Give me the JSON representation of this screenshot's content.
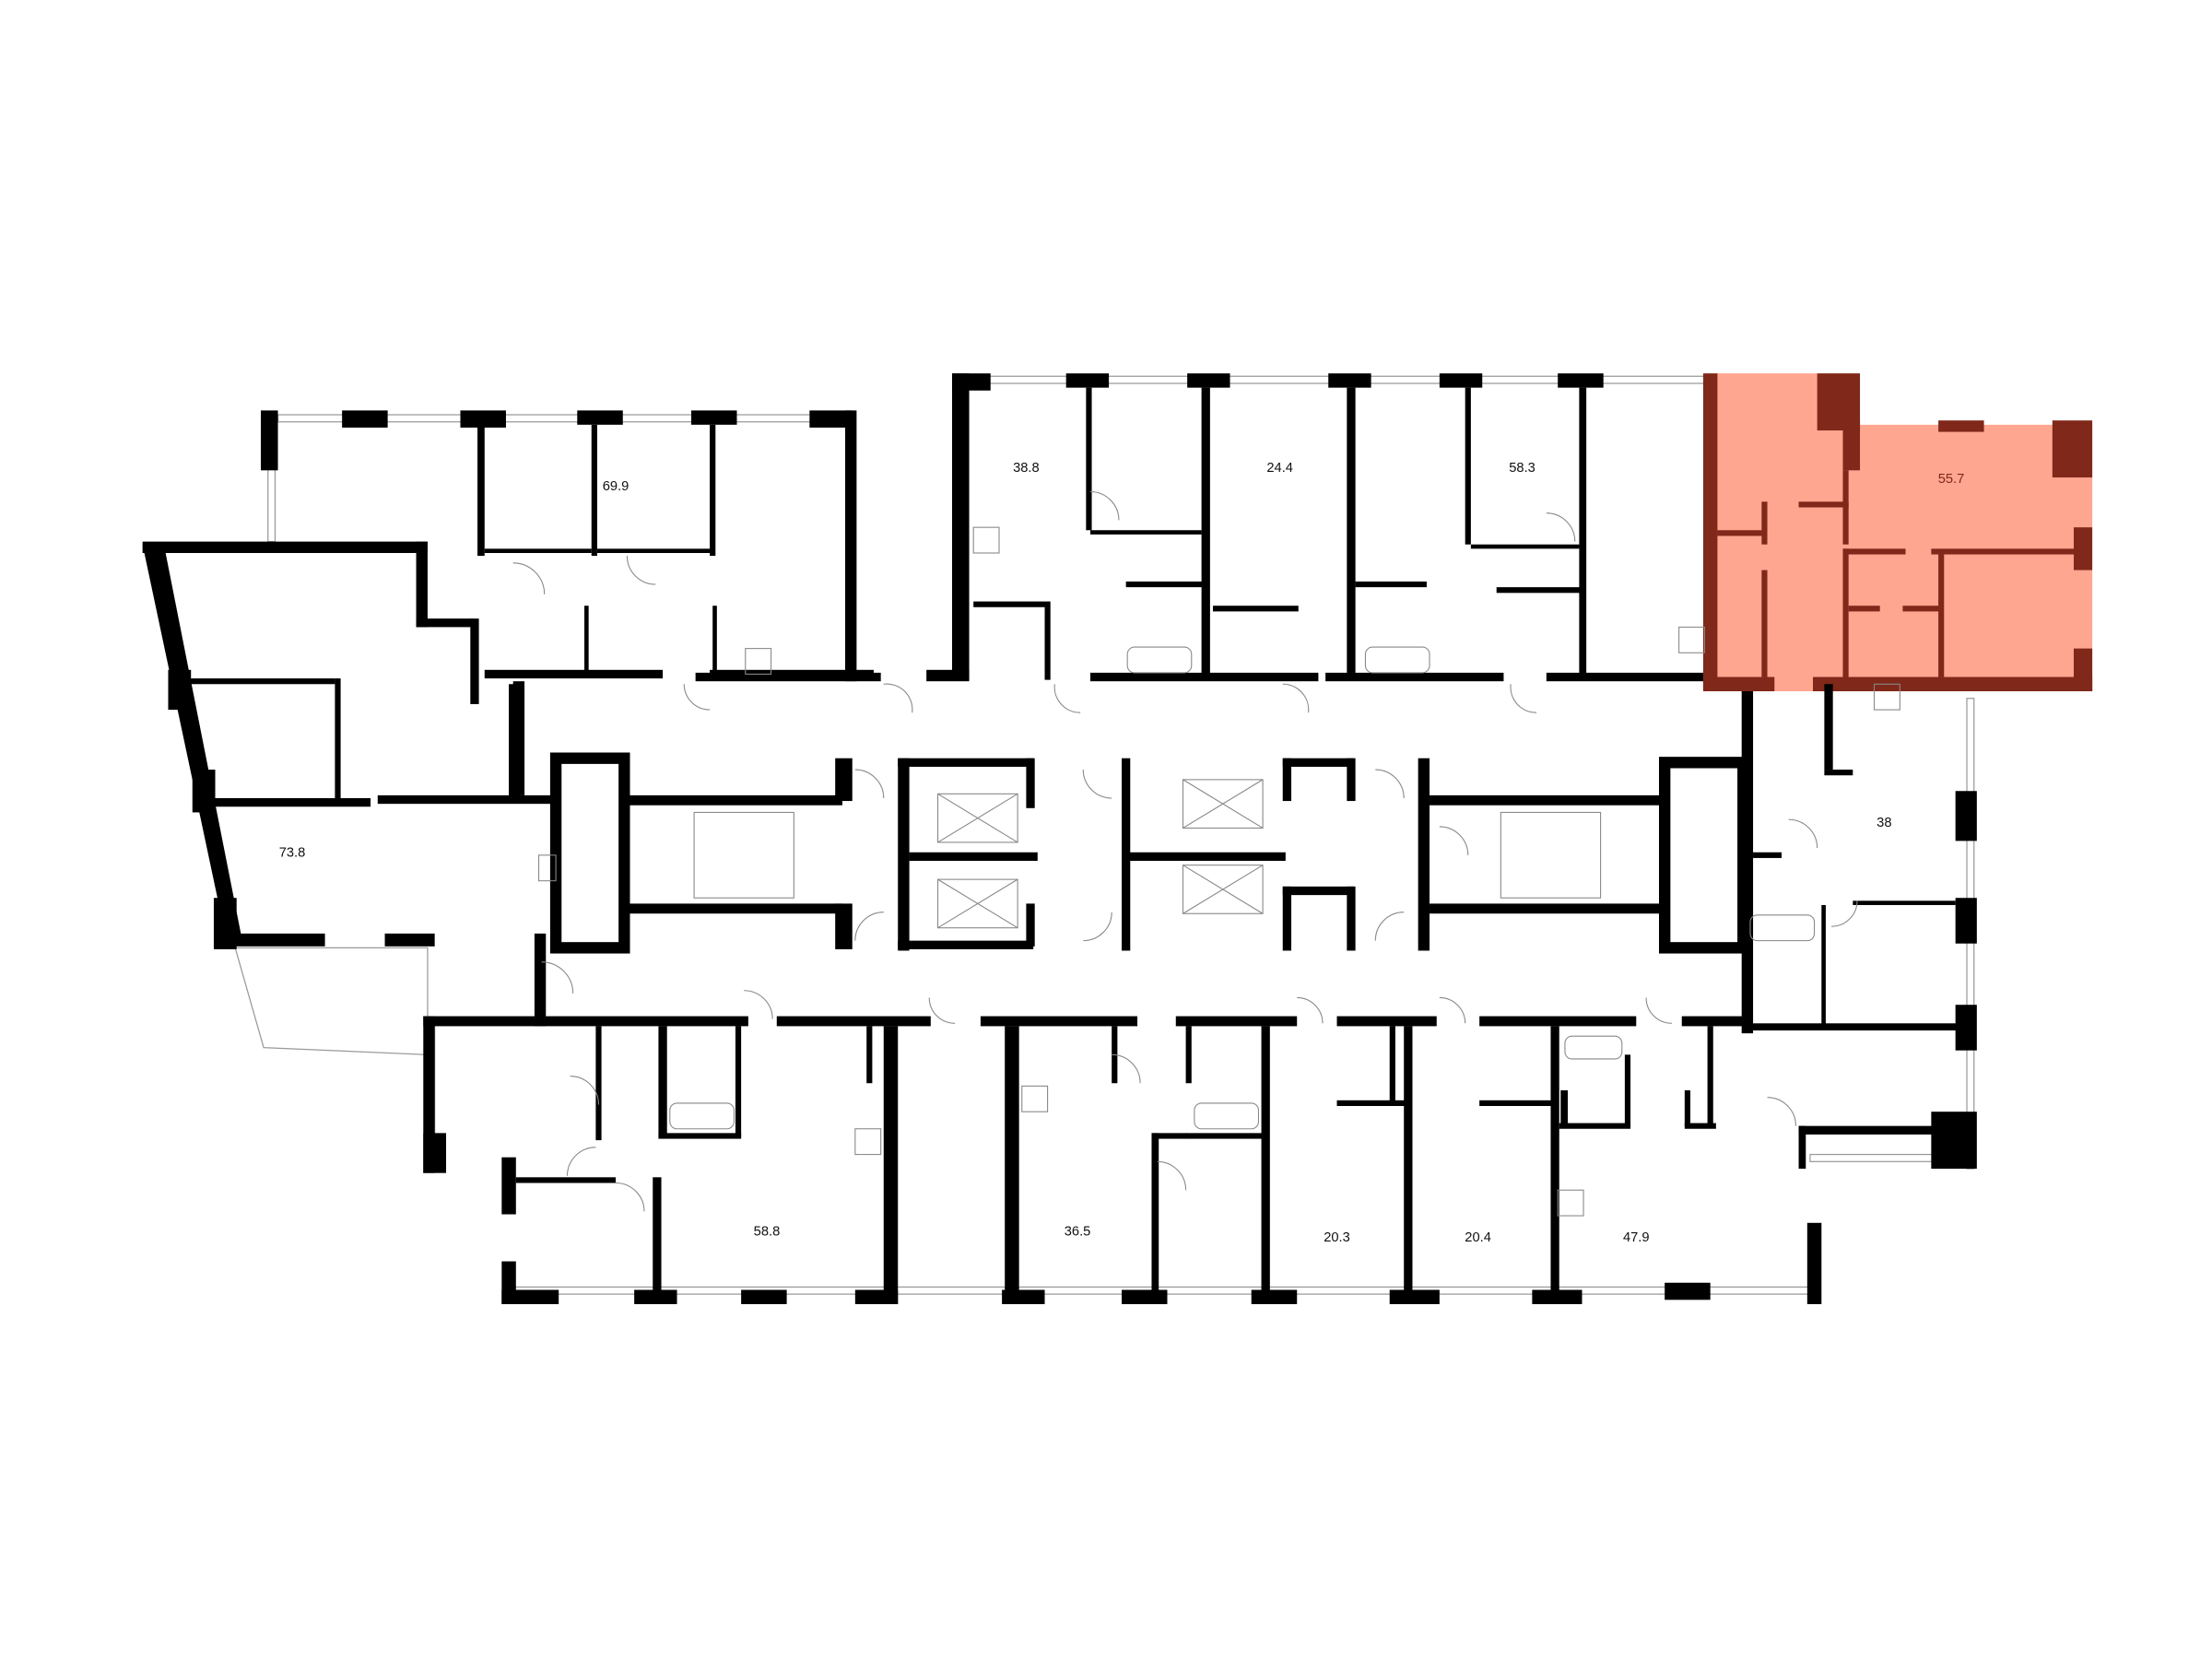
{
  "plan": {
    "highlight_color": "#FFA690",
    "highlight_wall_color": "#80281A",
    "wall_color": "#000000",
    "highlighted_unit": {
      "area": "55.7"
    },
    "units": [
      {
        "area": "69.9"
      },
      {
        "area": "38.8"
      },
      {
        "area": "24.4"
      },
      {
        "area": "58.3"
      },
      {
        "area": "38"
      },
      {
        "area": "73.8"
      },
      {
        "area": "58.8"
      },
      {
        "area": "36.5"
      },
      {
        "area": "20.3"
      },
      {
        "area": "20.4"
      },
      {
        "area": "47.9"
      }
    ]
  }
}
